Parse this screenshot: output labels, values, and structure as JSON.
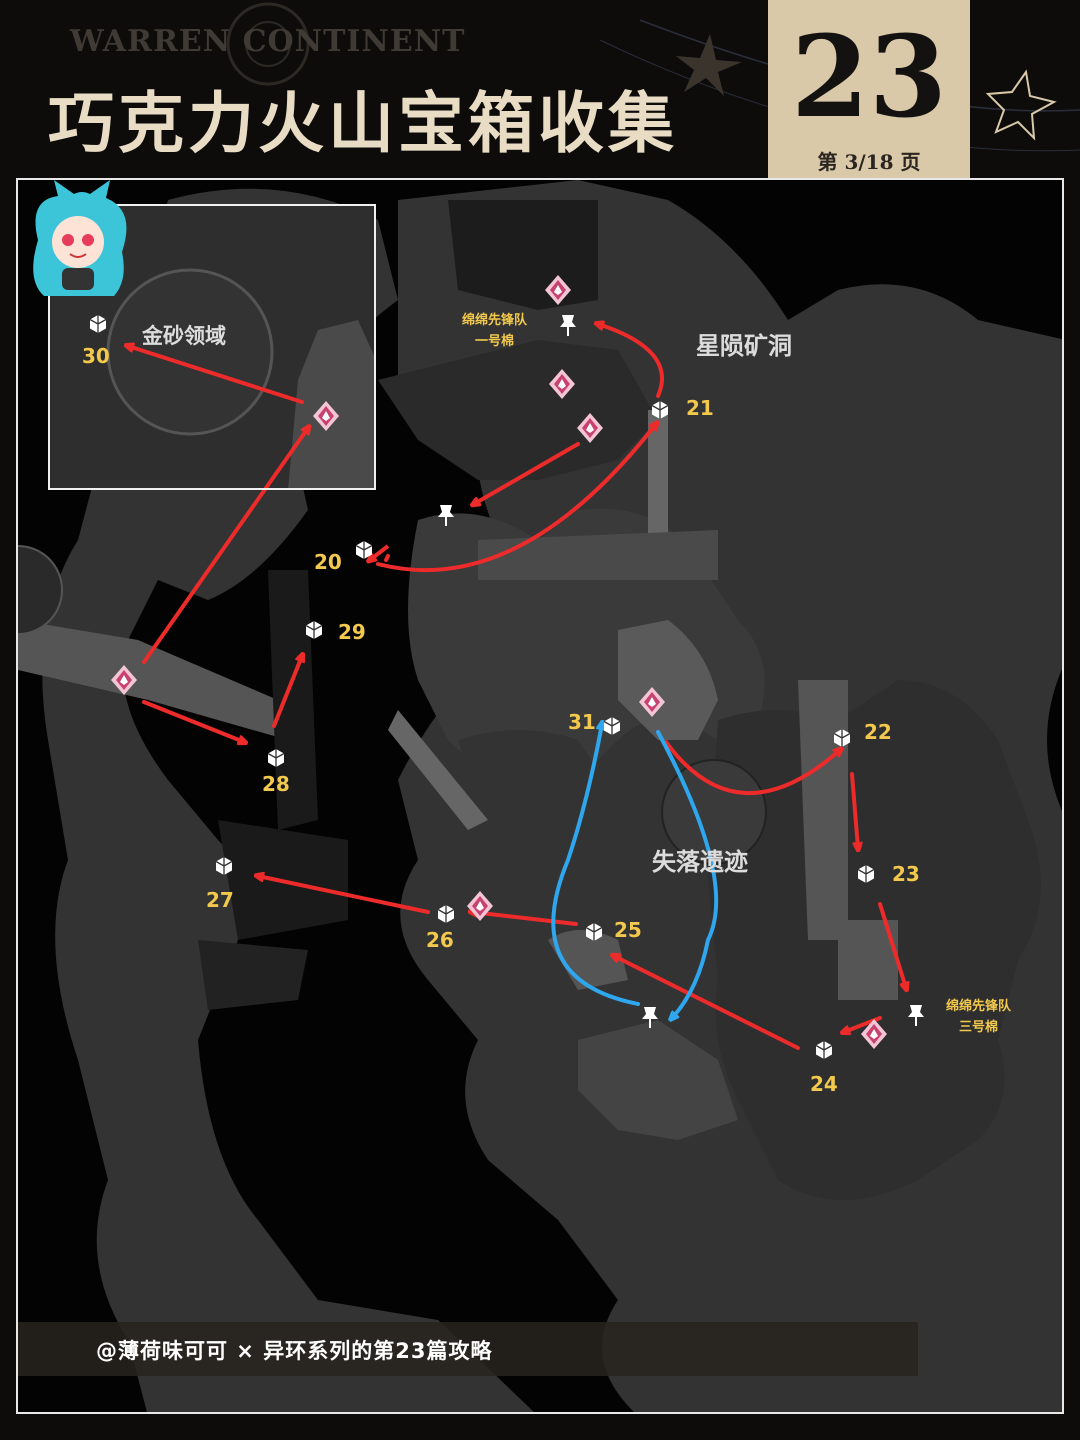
{
  "header": {
    "brand": "WARREN CONTINENT",
    "title": "巧克力火山宝箱收集",
    "issue_number": "23",
    "page_indicator": "第 3/18 页"
  },
  "map": {
    "regions": {
      "meteor_cave": "星陨矿洞",
      "lost_ruins": "失落遗迹",
      "golden_sand": "金砂领域"
    },
    "npcs": {
      "vanguard_1_line1": "绵绵先锋队",
      "vanguard_1_line2": "一号棉",
      "vanguard_3_line1": "绵绵先锋队",
      "vanguard_3_line2": "三号棉"
    },
    "chests": {
      "c20": "20",
      "c21": "21",
      "c22": "22",
      "c23": "23",
      "c24": "24",
      "c25": "25",
      "c26": "26",
      "c27": "27",
      "c28": "28",
      "c29": "29",
      "c30": "30",
      "c31": "31"
    }
  },
  "footer": {
    "credit": "@薄荷味可可 × 异环系列的第23篇攻略"
  },
  "colors": {
    "route_red": "#ee2b2b",
    "route_blue": "#2ea7ee",
    "label_yellow": "#f2c94c",
    "title_cream": "#e9dcc4",
    "badge_tan": "#d9c9a8"
  },
  "icons": {
    "chest": "chest-icon",
    "teleport": "teleport-waypoint-icon",
    "npc": "npc-pin-icon"
  }
}
